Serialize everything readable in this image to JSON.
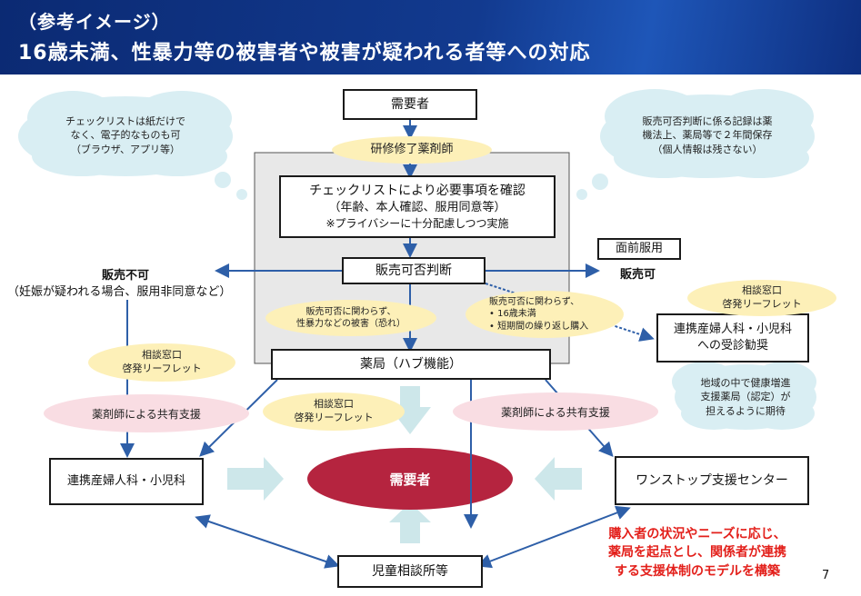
{
  "header": {
    "line1": "（参考イメージ）",
    "line2": "16歳未満、性暴力等の被害者や被害が疑われる者等への対応"
  },
  "nodes": {
    "top_demand": "需要者",
    "trained_pharmacist": "研修修了薬剤師",
    "checklist_line1": "チェックリストにより必要事項を確認",
    "checklist_line2": "（年齢、本人確認、服用同意等）",
    "checklist_line3": "※プライバシーに十分配慮しつつ実施",
    "sale_judgement": "販売可否判断",
    "face_to_face": "面前服用",
    "sale_ok": "販売可",
    "sale_ng": "販売不可",
    "sale_ng_note": "（妊娠が疑われる場合、服用非同意など）",
    "pharmacy_hub": "薬局（ハブ機能）",
    "center_demand": "需要者",
    "left_clinic": "連携産婦人科・小児科",
    "right_clinic_line1": "連携産婦人科・小児科",
    "right_clinic_line2": "への受診勧奨",
    "onestop": "ワンストップ支援センター",
    "child_center": "児童相談所等"
  },
  "bubbles": {
    "consult_left": "相談窓口\n啓発リーフレット",
    "consult_center": "相談窓口\n啓発リーフレット",
    "consult_right": "相談窓口\n啓発リーフレット",
    "share_left": "薬剤師による共有支援",
    "share_right": "薬剤師による共有支援",
    "victim_note": "販売可否に関わらず、\n性暴力などの被害（恐れ）",
    "repeat_note_title": "販売可否に関わらず、",
    "repeat_note_items": [
      "16歳未満",
      "短期間の繰り返し購入"
    ]
  },
  "clouds": {
    "left": "チェックリストは紙だけで\nなく、電子的なものも可\n（ブラウザ、アプリ等）",
    "right_top": "販売可否判断に係る記録は薬\n機法上、薬局等で２年間保存\n（個人情報は残さない）",
    "right_bottom": "地域の中で健康増進\n支援薬局（認定）が\n担えるように期待"
  },
  "footer": {
    "red_note": "購入者の状況やニーズに応じ、\n薬局を起点とし、関係者が連携\nする支援体制のモデルを構築",
    "page_number": "7"
  },
  "colors": {
    "header": "#0d2f7a",
    "arrow_blue": "#2e5fa8",
    "maroon": "#b5243f",
    "yellow": "#fdf0b8",
    "pink": "#f9dde3",
    "cloud": "#d9eef3",
    "red_text": "#e3201b"
  }
}
